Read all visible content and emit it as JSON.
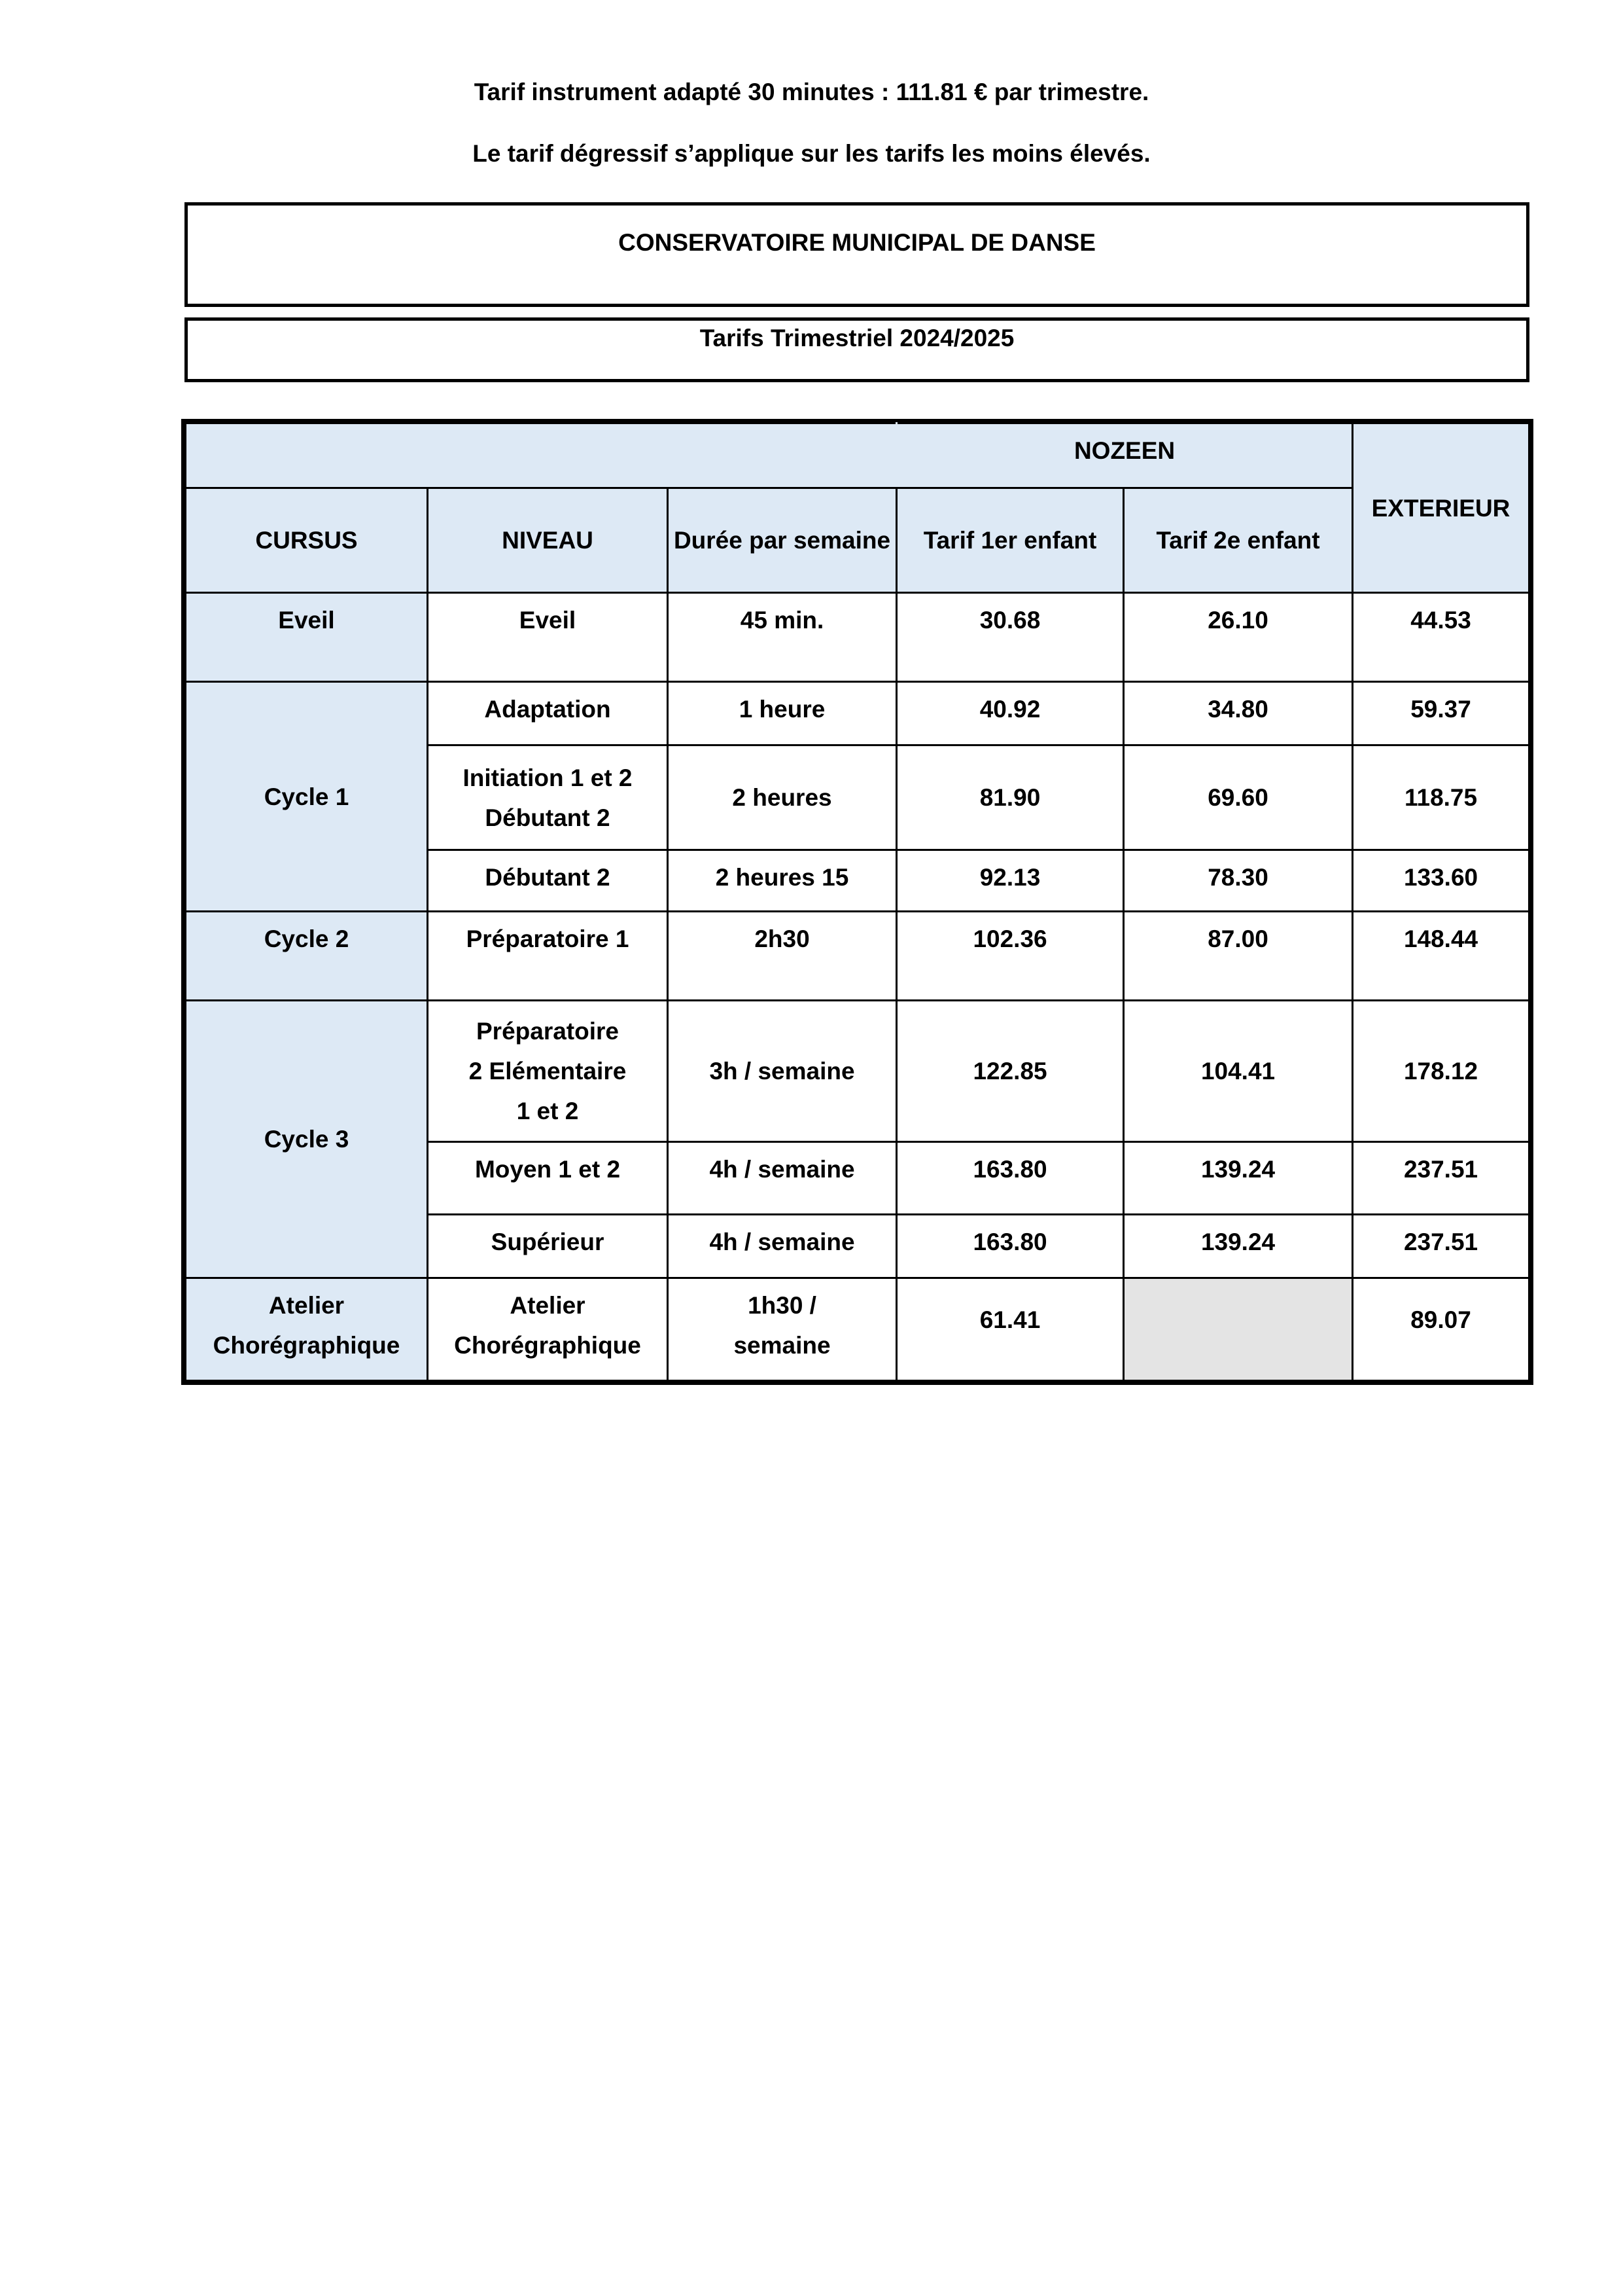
{
  "notes": {
    "line1": "Tarif instrument adapté 30 minutes : 111.81 € par trimestre.",
    "line2": "Le tarif dégressif s’applique sur les tarifs les moins élevés."
  },
  "title": "CONSERVATOIRE MUNICIPAL DE DANSE",
  "subtitle": "Tarifs Trimestriel 2024/2025",
  "table": {
    "headers": {
      "nozeen": "NOZEEN",
      "exterieur": "EXTERIEUR",
      "cursus": "CURSUS",
      "niveau": "NIVEAU",
      "duree": "Durée par semaine",
      "tarif1": "Tarif  1er enfant",
      "tarif2": "Tarif  2e enfant"
    },
    "groups": {
      "eveil": "Eveil",
      "cycle1": "Cycle 1",
      "cycle2": "Cycle 2",
      "cycle3": "Cycle 3",
      "atelier": "Atelier Chorégraphique"
    },
    "rows": [
      {
        "niveau": "Eveil",
        "duree": "45 min.",
        "t1": "30.68",
        "t2": "26.10",
        "ext": "44.53"
      },
      {
        "niveau": "Adaptation",
        "duree": "1 heure",
        "t1": "40.92",
        "t2": "34.80",
        "ext": "59.37"
      },
      {
        "niveau": "Initiation 1 et 2 Débutant 2",
        "duree": "2 heures",
        "t1": "81.90",
        "t2": "69.60",
        "ext": "118.75"
      },
      {
        "niveau": "Débutant 2",
        "duree": "2 heures 15",
        "t1": "92.13",
        "t2": "78.30",
        "ext": "133.60"
      },
      {
        "niveau": "Préparatoire 1",
        "duree": "2h30",
        "t1": "102.36",
        "t2": "87.00",
        "ext": "148.44"
      },
      {
        "niveau": "Préparatoire 2 Elémentaire 1 et 2",
        "duree": "3h / semaine",
        "t1": "122.85",
        "t2": "104.41",
        "ext": "178.12"
      },
      {
        "niveau": "Moyen 1 et 2",
        "duree": "4h / semaine",
        "t1": "163.80",
        "t2": "139.24",
        "ext": "237.51"
      },
      {
        "niveau": "Supérieur",
        "duree": "4h / semaine",
        "t1": "163.80",
        "t2": "139.24",
        "ext": "237.51"
      },
      {
        "niveau": "Atelier Chorégraphique",
        "duree": "1h30 / semaine",
        "t1": "61.41",
        "t2": "",
        "ext": "89.07"
      }
    ]
  }
}
